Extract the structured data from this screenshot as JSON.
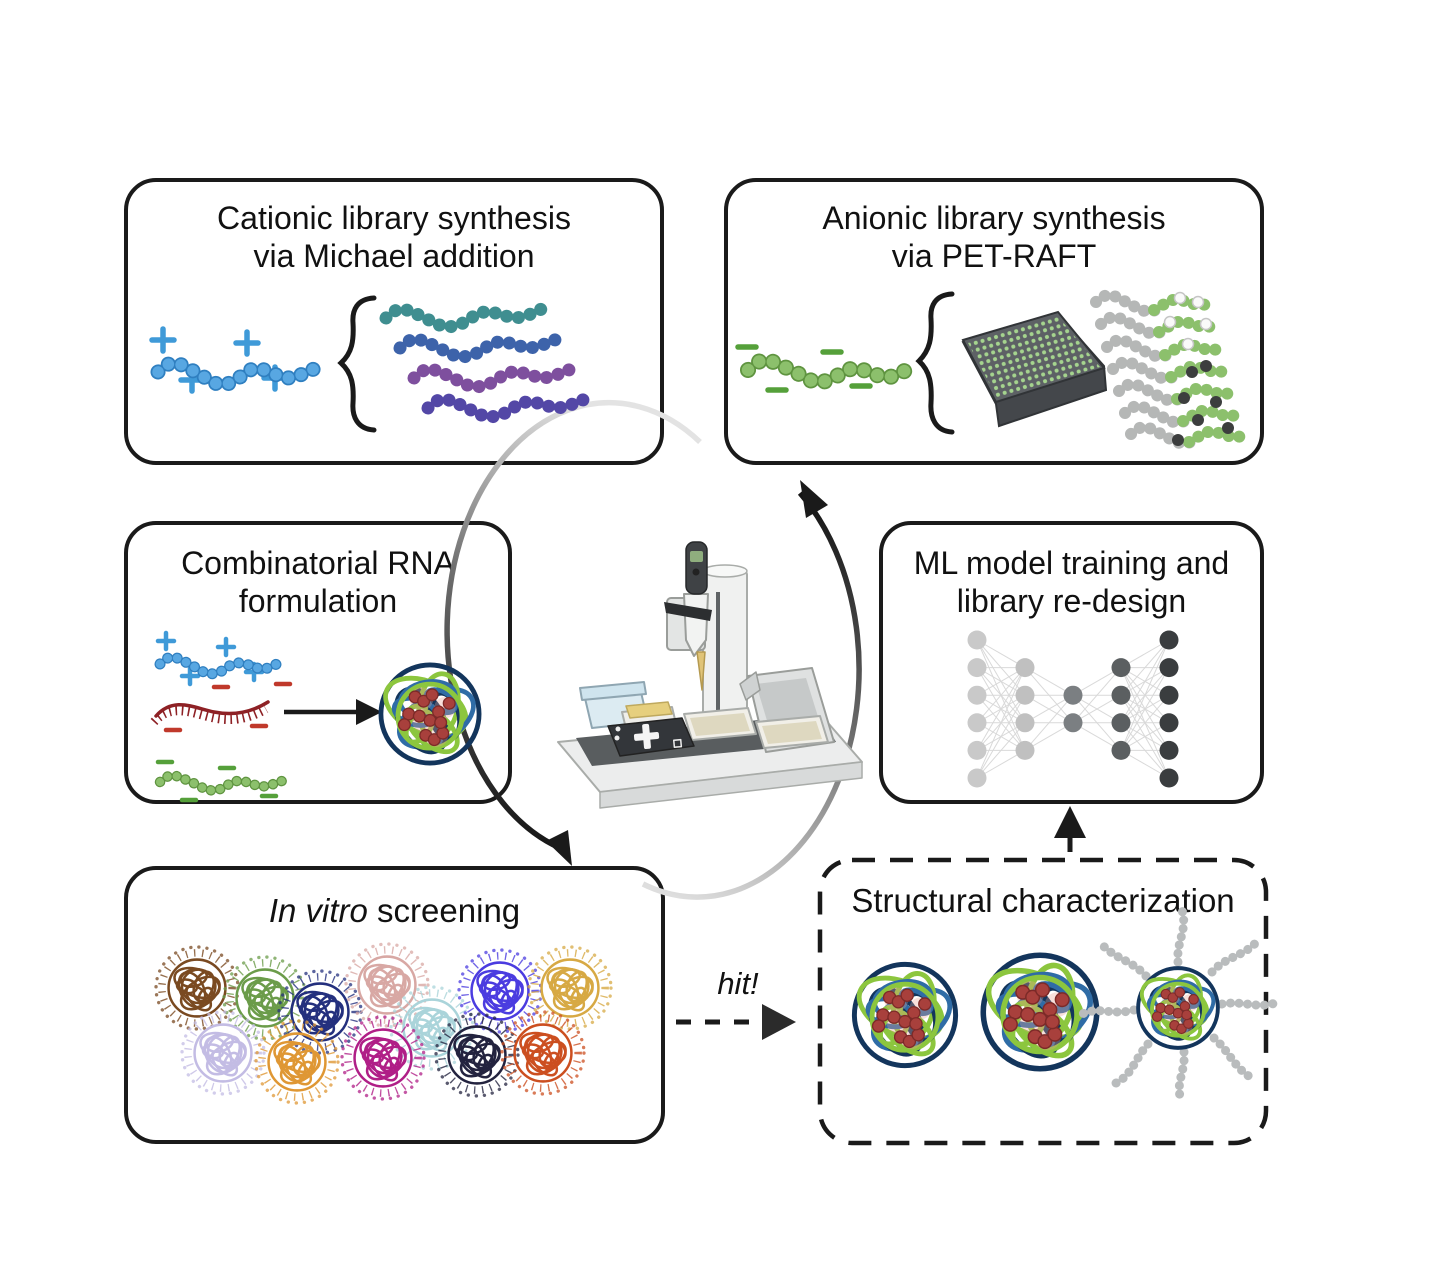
{
  "figure": {
    "background": "#ffffff",
    "border_color": "#1a1a1a"
  },
  "panels": {
    "cationic": {
      "title_line1": "Cationic library synthesis",
      "title_line2": "via Michael addition"
    },
    "anionic": {
      "title_line1": "Anionic library synthesis",
      "title_line2": "via PET-RAFT"
    },
    "formulation": {
      "title_line1": "Combinatorial RNA",
      "title_line2": "formulation"
    },
    "ml": {
      "title_line1": "ML model training and",
      "title_line2": "library re-design"
    },
    "screening": {
      "title_italic": "In vitro",
      "title_regular": " screening"
    },
    "structural": {
      "title": "Structural characterization"
    }
  },
  "annotations": {
    "hit_label": "hit!"
  },
  "palette": {
    "catBlue": "#58a7e2",
    "catBlueDark": "#2f7fc0",
    "plus": "#3f9ad8",
    "teal": "#3f8e90",
    "blue": "#3d63aa",
    "purple": "#7e4f9e",
    "indigo": "#5347a6",
    "anGreen": "#8cc06c",
    "anGreenDark": "#5f9440",
    "minus": "#55a03a",
    "grayBead": "#b5b7b6",
    "blackBead": "#3c3e3e",
    "whiteBead": "#fafafa",
    "plateTop": "#5d6165",
    "plateSide": "#44474b",
    "well": "#a5d48e",
    "rnaRed": "#8e2125",
    "rnaMinus": "#c0392b",
    "loopNavy": "#13355c",
    "loopBlue": "#2f6ca6",
    "loopGreen": "#8cc63e",
    "payloadRed": "#a8403c",
    "payloadDark": "#7c2a28",
    "armGray": "#b9bcbd",
    "arrowBlack": "#1a1a1a"
  },
  "screening_polyplex_colors": [
    "#7a4a21",
    "#6b9c4a",
    "#24307e",
    "#d8a8a4",
    "#aad4da",
    "#4b3ce0",
    "#d7a944",
    "#c3bce4",
    "#df9734",
    "#b01f87",
    "#23233f",
    "#cc4f20"
  ],
  "ml_network": {
    "layers": [
      6,
      4,
      2,
      4,
      6
    ],
    "layer_colors": [
      "#c9c9c9",
      "#c0c0c0",
      "#7b7f82",
      "#5b5f61",
      "#3a3d3f"
    ],
    "link_color": "#d9d9d9"
  }
}
